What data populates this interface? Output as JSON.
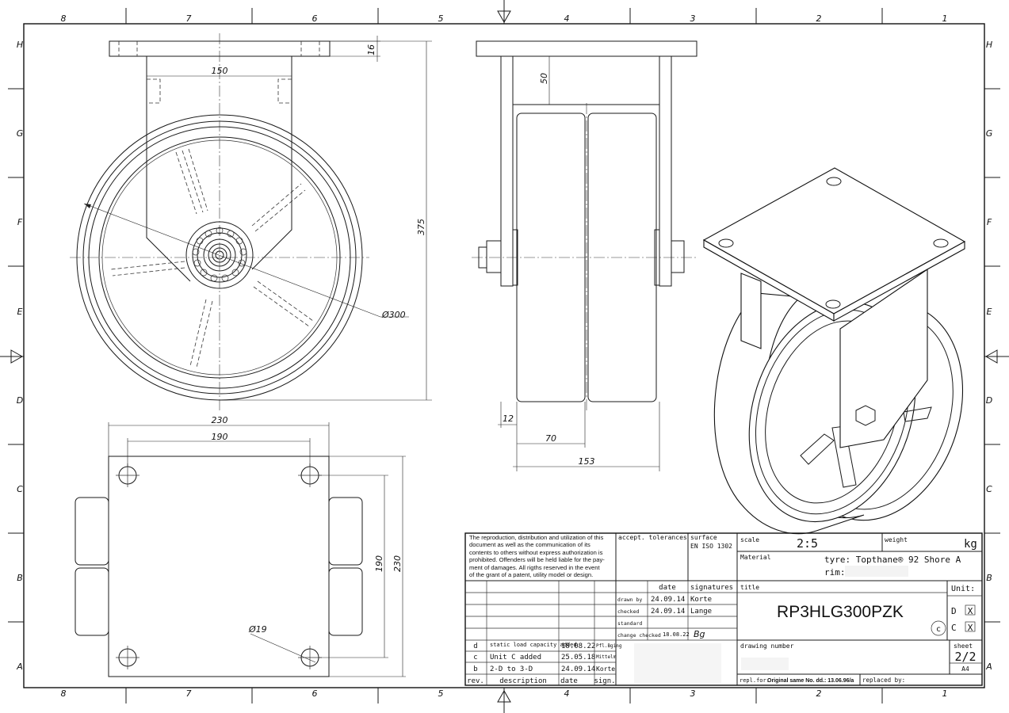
{
  "frame": {
    "columns": [
      "8",
      "7",
      "6",
      "5",
      "4",
      "3",
      "2",
      "1"
    ],
    "rows": [
      "H",
      "G",
      "F",
      "E",
      "D",
      "C",
      "B",
      "A"
    ]
  },
  "dimensions": {
    "plate_thickness": "16",
    "inner_width": "150",
    "height": "375",
    "wheel_diameter": "Ø300",
    "bracket_top": "50",
    "offset": "12",
    "wheel_width": "70",
    "overall_width": "153",
    "plate_outer": "230",
    "plate_holes_x": "190",
    "plate_holes_y": "190",
    "plate_height": "230",
    "hole_diameter": "Ø19"
  },
  "title_block": {
    "copyright_lines": [
      "The reproduction, distribution and utilization of this",
      "document as well as the communication of its",
      "contents to others without express authorization is",
      "prohibited. Offenders will be held liable for the pay-",
      "ment of damages. All rigths reserved in the event",
      "of the grant of a patent, utility model or design."
    ],
    "accept_tolerances": "accept. tolerances",
    "surface_label": "surface",
    "surface_value": "EN ISO 1302",
    "scale_label": "scale",
    "scale_value": "2:5",
    "weight_label": "weight",
    "weight_unit": "kg",
    "material_label": "Material",
    "material_tyre": "tyre: Topthane® 92 Shore A",
    "material_rim": "rim:",
    "date_header": "date",
    "signatures_header": "signatures",
    "drawn_by_label": "drawn by",
    "drawn_by_date": "24.09.14",
    "drawn_by_name": "Korte",
    "checked_label": "checked",
    "checked_date": "24.09.14",
    "checked_name": "Lange",
    "standard_label": "standard",
    "change_checked_label": "change checked",
    "change_checked_date": "18.08.22",
    "change_checked_sig": "Bg",
    "title_label": "title",
    "title_value": "RP3HLG300PZK",
    "unit_label": "Unit:",
    "unit_d": "D",
    "unit_c": "C",
    "unit_d_mark": "X",
    "unit_c_mark": "X",
    "unit_circle": "c",
    "drawing_number_label": "drawing number",
    "sheet_label": "sheet",
    "sheet_value": "2/2",
    "format": "A4",
    "repl_for_label": "repl.for:",
    "repl_for_value": "Original same No. dd.: 13.06.96/a",
    "replaced_by_label": "replaced by:",
    "revisions": [
      {
        "rev": "d",
        "description": "static load capacity added",
        "date": "18.08.22",
        "sign": "Pfl.Bging"
      },
      {
        "rev": "c",
        "description": "Unit C added",
        "date": "25.05.18",
        "sign": "Mittelm"
      },
      {
        "rev": "b",
        "description": "2-D to 3-D",
        "date": "24.09.14",
        "sign": "Korte"
      }
    ],
    "rev_header": "rev.",
    "description_header": "description",
    "rev_date_header": "date",
    "sign_header": "sign."
  }
}
